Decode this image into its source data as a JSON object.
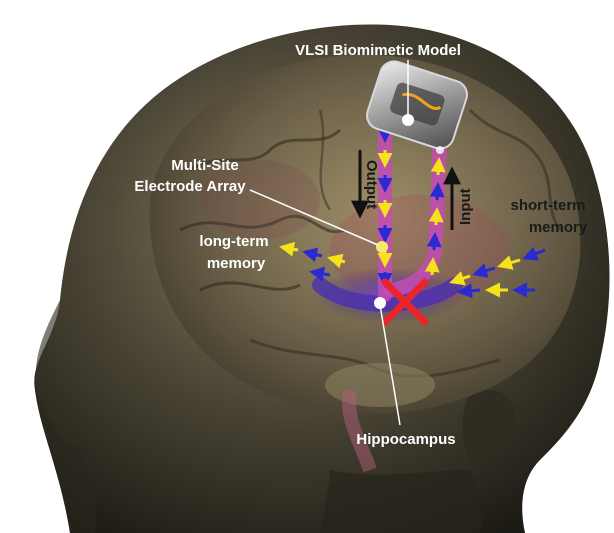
{
  "labels": {
    "vlsi_model": "VLSI Biomimetic Model",
    "electrode_array_line1": "Multi-Site",
    "electrode_array_line2": "Electrode Array",
    "long_term_line1": "long-term",
    "long_term_line2": "memory",
    "short_term_line1": "short-term",
    "short_term_line2": "memory",
    "output": "Output",
    "input": "Input",
    "hippocampus": "Hippocampus"
  },
  "colors": {
    "background": "#ffffff",
    "head_skin": "#3e3a2e",
    "brain_tint": "#6b6048",
    "hippocampus_glow": "#4b2fb0",
    "signal_path": "#c44bb5",
    "arrow_input": "#f4e21a",
    "arrow_output": "#2a2ad0",
    "damage_x": "#e8262a",
    "label_text": "#ffffff"
  }
}
